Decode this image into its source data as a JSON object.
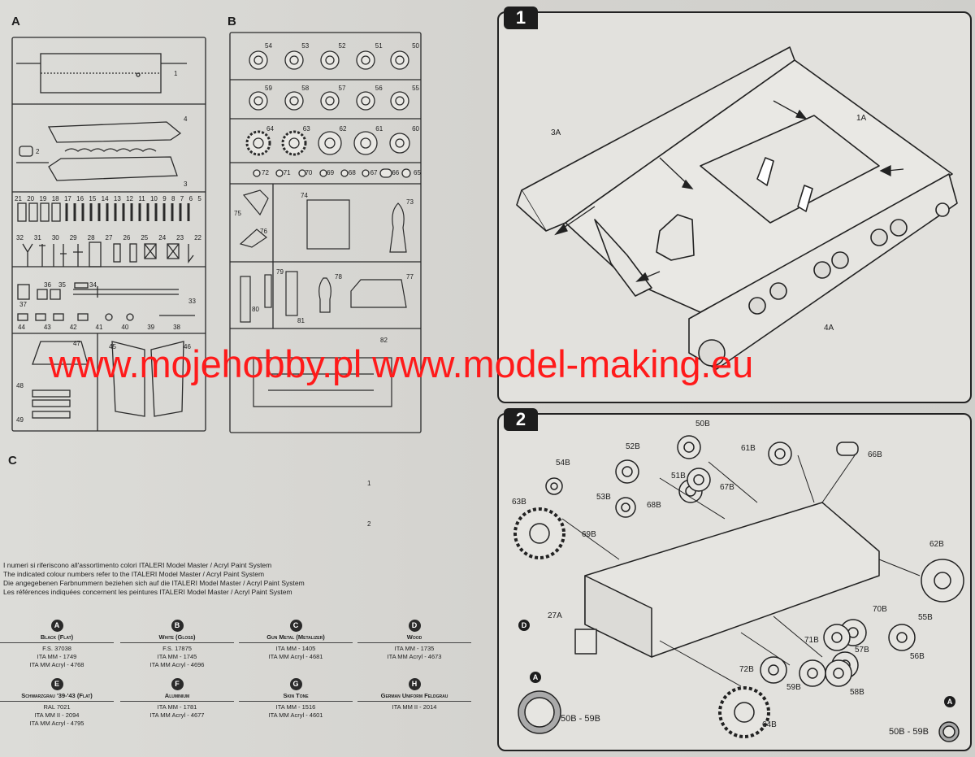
{
  "sections": {
    "a": "A",
    "b": "B",
    "c": "C"
  },
  "sprue_a": {
    "numbers_top": [
      "1",
      "2",
      "3",
      "4"
    ],
    "row_numbers": [
      "21",
      "20",
      "19",
      "18",
      "17",
      "16",
      "15",
      "14",
      "13",
      "12",
      "11",
      "10",
      "9",
      "8",
      "7",
      "6",
      "5"
    ],
    "row2_numbers": [
      "32",
      "31",
      "30",
      "29",
      "28",
      "27",
      "26",
      "25",
      "24",
      "23",
      "22"
    ],
    "row3_numbers": [
      "37",
      "36",
      "35",
      "34",
      "33"
    ],
    "row4_numbers": [
      "44",
      "43",
      "42",
      "41",
      "40",
      "39",
      "38"
    ],
    "row5_numbers": [
      "47",
      "45",
      "46",
      "48",
      "49"
    ]
  },
  "sprue_b": {
    "wheel_row1": [
      "54",
      "53",
      "52",
      "51",
      "50"
    ],
    "wheel_row2": [
      "59",
      "58",
      "57",
      "56",
      "55"
    ],
    "wheel_row3": [
      "64",
      "63",
      "62",
      "61",
      "60"
    ],
    "small_row": [
      "72",
      "71",
      "70",
      "69",
      "68",
      "67",
      "66",
      "65"
    ],
    "parts": [
      "75",
      "74",
      "73",
      "76",
      "79",
      "78",
      "77",
      "80",
      "81",
      "82"
    ]
  },
  "tracks": {
    "labels": [
      "1",
      "2"
    ]
  },
  "notes": [
    "I numeri si riferiscono all'assortimento colori ITALERI Model Master / Acryl Paint System",
    "The indicated colour numbers refer to the ITALERI Model Master / Acryl Paint System",
    "Die angegebenen Farbnummern beziehen sich auf die ITALERI Model Master / Acryl Paint System",
    "Les références indiquées concernent les peintures ITALERI Model Master / Acryl Paint System"
  ],
  "paints": [
    {
      "letter": "A",
      "name": "Black (Flat)",
      "lines": [
        "F.S. 37038",
        "ITA MM - 1749",
        "ITA MM Acryl - 4768"
      ]
    },
    {
      "letter": "B",
      "name": "White (Gloss)",
      "lines": [
        "F.S. 17875",
        "ITA MM - 1745",
        "ITA MM Acryl - 4696"
      ]
    },
    {
      "letter": "C",
      "name": "Gun Metal (Metalizer)",
      "lines": [
        "ITA MM - 1405",
        "ITA MM Acryl - 4681"
      ]
    },
    {
      "letter": "D",
      "name": "Wood",
      "lines": [
        "ITA MM - 1735",
        "ITA MM Acryl - 4673"
      ]
    },
    {
      "letter": "E",
      "name": "Schwarzgrau '39-'43 (Flat)",
      "lines": [
        "RAL 7021",
        "ITA MM II - 2094",
        "ITA MM Acryl - 4795"
      ]
    },
    {
      "letter": "F",
      "name": "Aluminium",
      "lines": [
        "ITA MM - 1781",
        "ITA MM Acryl - 4677"
      ]
    },
    {
      "letter": "G",
      "name": "Skin Tone",
      "lines": [
        "ITA MM  - 1516",
        "ITA MM Acryl - 4601"
      ]
    },
    {
      "letter": "H",
      "name": "German Uniform Feldgrau",
      "lines": [
        "ITA MM II  - 2014"
      ]
    }
  ],
  "step1": {
    "number": "1",
    "labels": {
      "p3a": "3A",
      "p1a": "1A",
      "p4a": "4A"
    }
  },
  "step2": {
    "number": "2",
    "labels": {
      "l50b": "50B",
      "l52b": "52B",
      "l61b": "61B",
      "l66b": "66B",
      "l54b": "54B",
      "l51b": "51B",
      "l53b": "53B",
      "l67b": "67B",
      "l63b": "63B",
      "l68b": "68B",
      "l69b": "69B",
      "l62b": "62B",
      "l27a": "27A",
      "l70b": "70B",
      "l55b": "55B",
      "l71b": "71B",
      "l57b": "57B",
      "l56b": "56B",
      "l72b": "72B",
      "l59b": "59B",
      "l58b": "58B",
      "l64b": "64B",
      "range1": "50B - 59B",
      "range2": "50B - 59B"
    },
    "paint_refs": {
      "a1": "A",
      "d": "D",
      "a2": "A"
    }
  },
  "watermark": "www.mojehobby.pl www.model-making.eu"
}
